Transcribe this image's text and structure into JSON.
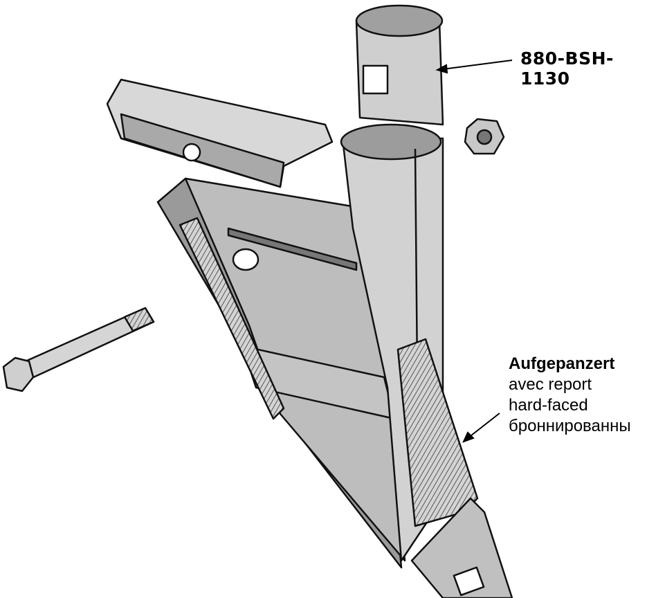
{
  "labels": {
    "part_number": "880-BSH-1130",
    "note_lines": [
      "Aufgepanzert",
      "avec report",
      "hard-faced",
      "броннированны"
    ]
  },
  "colors": {
    "metal": "#c8c8c8",
    "metal_dark": "#8e8e8e",
    "metal_light": "#e6e6e6",
    "outline": "#111111"
  }
}
